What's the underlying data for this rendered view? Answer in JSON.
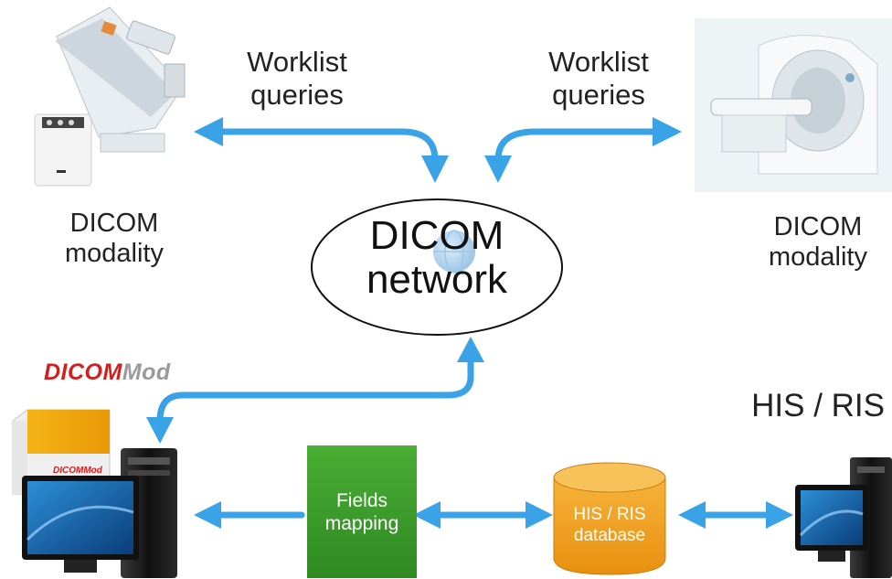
{
  "labels": {
    "worklist_left": [
      "Worklist",
      "queries"
    ],
    "worklist_right": [
      "Worklist",
      "queries"
    ],
    "modality_left": [
      "DICOM",
      "modality"
    ],
    "modality_right": [
      "DICOM",
      "modality"
    ],
    "network": [
      "DICOM",
      "network"
    ],
    "his_ris": "HIS / RIS",
    "fields_mapping": [
      "Fields",
      "mapping"
    ],
    "database": [
      "HIS / RIS",
      "database"
    ]
  },
  "brand": {
    "part1": "DICOM",
    "part2": "Mod",
    "box_label": "DICOMMod"
  },
  "colors": {
    "arrow": "#3aa3e8",
    "fields_box": "#3e9c2c",
    "database": "#f0a020",
    "brand_red": "#d41e1e"
  }
}
